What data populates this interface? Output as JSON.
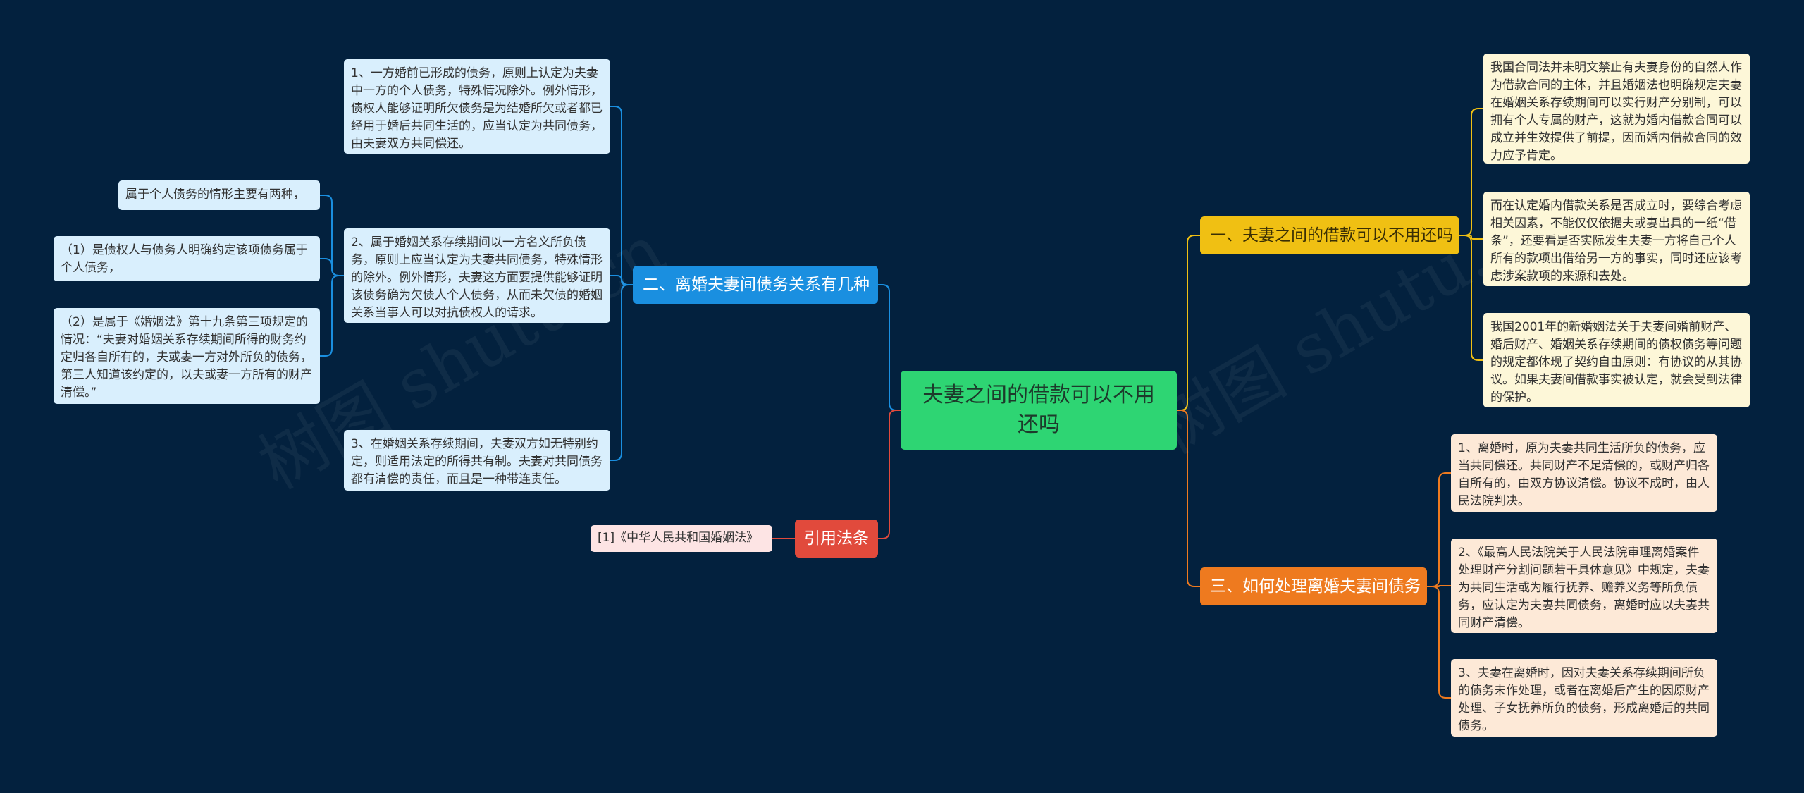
{
  "colors": {
    "background": "#03213e",
    "root": "#2ed573",
    "blue": "#1a8fe0",
    "yellow": "#f0c013",
    "orange": "#ee7a1f",
    "red": "#e14a3c"
  },
  "root": {
    "label": "夫妻之间的借款可以不用还吗"
  },
  "branches": {
    "b1": {
      "label": "一、夫妻之间的借款可以不用还吗",
      "leaves": [
        "我国合同法并未明文禁止有夫妻身份的自然人作为借款合同的主体，并且婚姻法也明确规定夫妻在婚姻关系存续期间可以实行财产分别制，可以拥有个人专属的财产，这就为婚内借款合同可以成立并生效提供了前提，因而婚内借款合同的效力应予肯定。",
        "而在认定婚内借款关系是否成立时，要综合考虑相关因素，不能仅仅依据夫或妻出具的一纸“借条”，还要看是否实际发生夫妻一方将自己个人所有的款项出借给另一方的事实，同时还应该考虑涉案款项的来源和去处。",
        "我国2001年的新婚姻法关于夫妻间婚前财产、婚后财产、婚姻关系存续期间的债权债务等问题的规定都体现了契约自由原则：有协议的从其协议。如果夫妻间借款事实被认定，就会受到法律的保护。"
      ]
    },
    "b2": {
      "label": "二、离婚夫妻间债务关系有几种",
      "leaves": [
        "1、一方婚前已形成的债务，原则上认定为夫妻中一方的个人债务，特殊情况除外。例外情形，债权人能够证明所欠债务是为结婚所欠或者都已经用于婚后共同生活的，应当认定为共同债务，由夫妻双方共同偿还。",
        "2、属于婚姻关系存续期间以一方名义所负债务，原则上应当认定为夫妻共同债务，特殊情形的除外。例外情形，夫妻这方面要提供能够证明该债务确为欠债人个人债务，从而未欠债的婚姻关系当事人可以对抗债权人的请求。",
        "3、在婚姻关系存续期间，夫妻双方如无特别约定，则适用法定的所得共有制。夫妻对共同债务都有清偿的责任，而且是一种带连责任。"
      ],
      "subleaves": [
        "属于个人债务的情形主要有两种，",
        "（1）是债权人与债务人明确约定该项债务属于个人债务，",
        "（2）是属于《婚姻法》第十九条第三项规定的情况：“夫妻对婚姻关系存续期间所得的财务约定归各自所有的，夫或妻一方对外所负的债务，第三人知道该约定的，以夫或妻一方所有的财产清偿。”"
      ]
    },
    "b3": {
      "label": "三、如何处理离婚夫妻间债务",
      "leaves": [
        "1、离婚时，原为夫妻共同生活所负的债务，应当共同偿还。共同财产不足清偿的，或财产归各自所有的，由双方协议清偿。协议不成时，由人民法院判决。",
        "2、《最高人民法院关于人民法院审理离婚案件处理财产分割问题若干具体意见》中规定，夫妻为共同生活或为履行抚养、赡养义务等所负债务，应认定为夫妻共同债务，离婚时应以夫妻共同财产清偿。",
        "3、夫妻在离婚时，因对夫妻关系存续期间所负的债务未作处理，或者在离婚后产生的因原财产处理、子女抚养所负的债务，形成离婚后的共同债务。"
      ]
    },
    "b4": {
      "label": "引用法条",
      "leaves": [
        "[1]《中华人民共和国婚姻法》"
      ]
    }
  },
  "watermark": [
    "树图 shutu.cn",
    "树图 shutu.cn"
  ]
}
